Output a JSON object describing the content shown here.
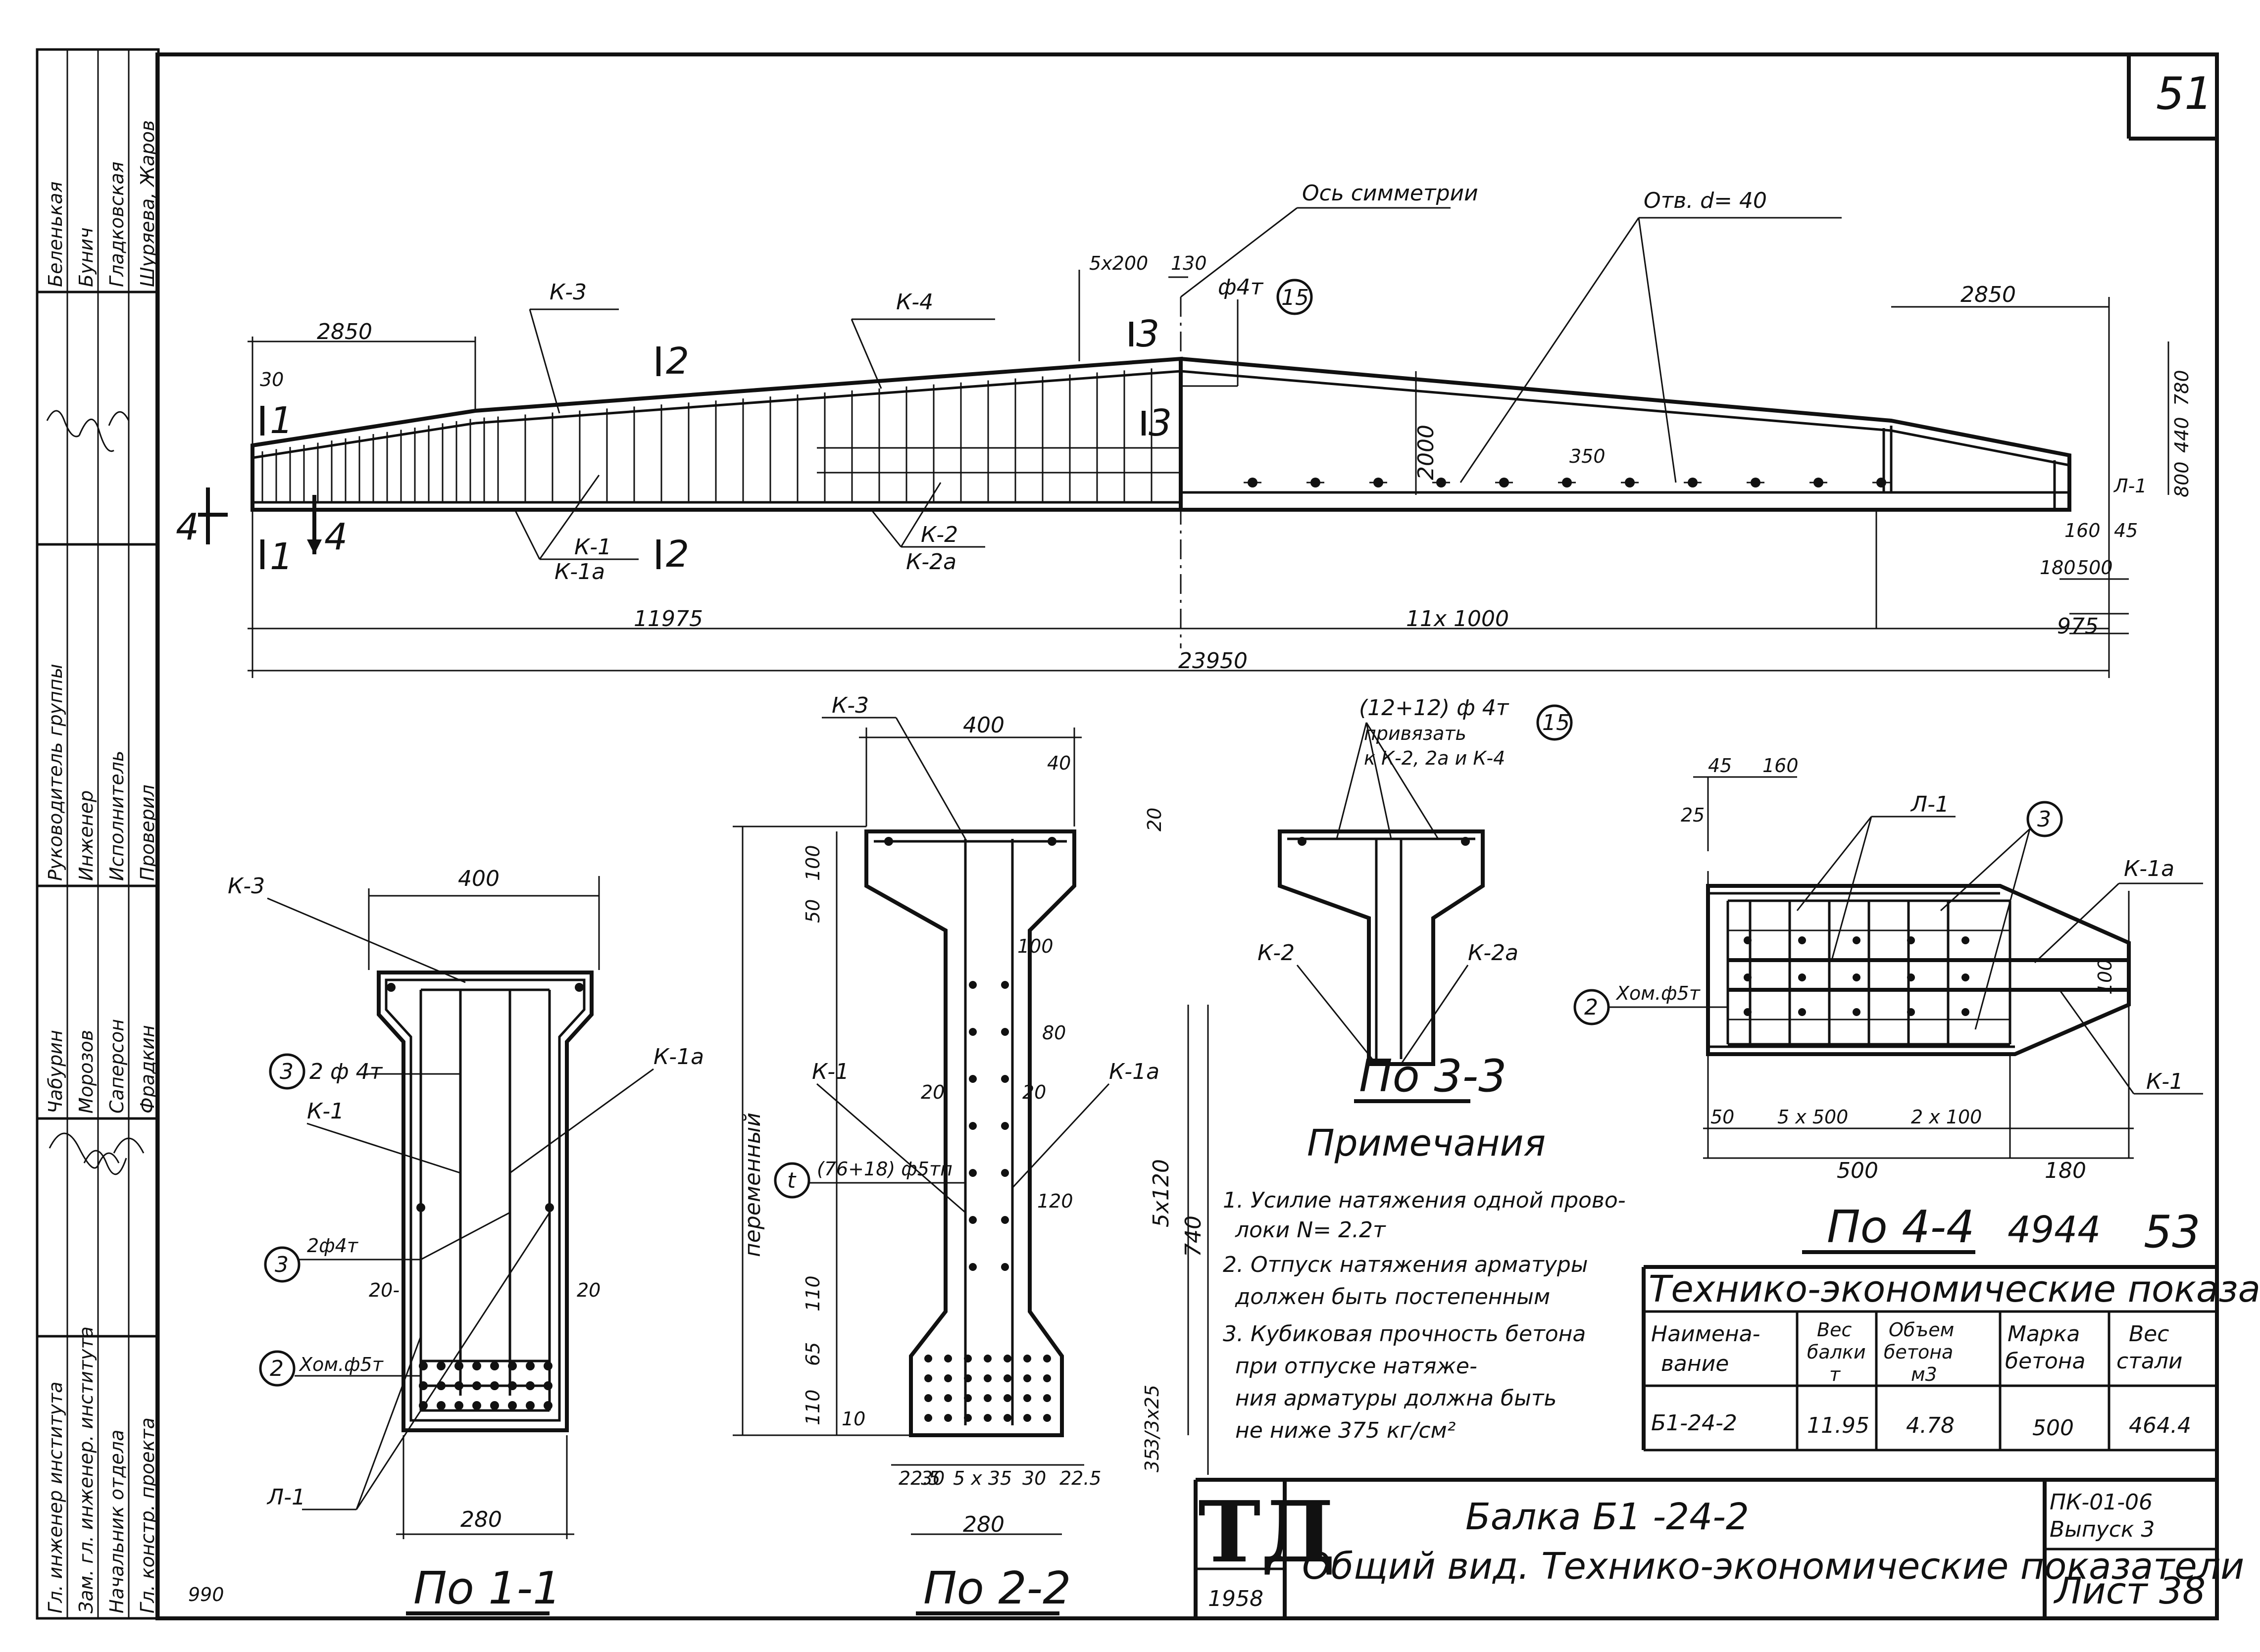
{
  "sheet": {
    "page_number": "51",
    "page_number_small": "53",
    "doc_number": "4944",
    "stray_mark": "990"
  },
  "elevation": {
    "axis_label": "Ось симметрии",
    "holes_label": "Отв. d= 40",
    "frame_labels": [
      "К-3",
      "К-4",
      "К-1",
      "К-1а",
      "К-2",
      "К-2а",
      "Л-1"
    ],
    "rebar_callout": "ф4т",
    "rebar_callout_num": "15",
    "section_marks": [
      "1",
      "1",
      "2",
      "2",
      "3",
      "3",
      "4",
      "4"
    ],
    "dims": {
      "left_2850": "2850",
      "right_2850": "2850",
      "d30": "30",
      "d5x200": "5x200",
      "d130": "130",
      "h2000": "2000",
      "d350": "350",
      "h780": "780",
      "h440": "440",
      "h800": "800",
      "d160": "160",
      "d45": "45",
      "d180": "180",
      "d500": "500",
      "half": "11975",
      "span": "11x 1000",
      "d975": "975",
      "total": "23950"
    }
  },
  "section_11": {
    "caption": "По 1-1",
    "labels": [
      "К-3",
      "К-1а",
      "К-1",
      "Л-1"
    ],
    "callouts": [
      {
        "num": "3",
        "text": "2 ф 4т"
      },
      {
        "num": "3",
        "text": "2ф4т"
      },
      {
        "num": "2",
        "text": "Хом.ф5т"
      }
    ],
    "dims": {
      "top": "400",
      "bottom": "280",
      "left": "20-",
      "right": "20"
    }
  },
  "section_22": {
    "caption": "По 2-2",
    "labels": [
      "К-3",
      "К-1",
      "К-1а"
    ],
    "callout": {
      "num": "t",
      "text": "(76+18) ф5тп"
    },
    "vertical_label": "переменный",
    "dims": {
      "top": "400",
      "d40": "40",
      "d20": "20",
      "d50": "50",
      "d100": "100",
      "d100b": "100",
      "d80": "80",
      "d20a": "20",
      "d20b": "20",
      "d120": "120",
      "d5x120": "5x120",
      "d740": "740",
      "d110": "110",
      "d65": "65",
      "d110b": "110",
      "d10": "10",
      "d3x25": "3/3x25",
      "d35": "35",
      "bottom_chain": [
        "22.5",
        "30",
        "5 x 35",
        "30",
        "22.5"
      ],
      "bottom": "280"
    }
  },
  "section_33": {
    "caption": "По 3-3",
    "callout_text": "(12+12) ф 4т",
    "callout_num": "15",
    "note_line1": "привязать",
    "note_line2": "к К-2, 2а и К-4",
    "labels": [
      "К-2",
      "К-2а"
    ]
  },
  "section_44": {
    "caption": "По 4-4",
    "labels": [
      "Л-1",
      "К-1а",
      "К-1"
    ],
    "callouts": [
      {
        "num": "3",
        "text": ""
      },
      {
        "num": "2",
        "text": "Хом.ф5т"
      }
    ],
    "dims": {
      "d45": "45",
      "d160": "160",
      "d25": "25",
      "d100": "100",
      "bottom_chain": [
        "50",
        "5 x 500",
        "2 x 100"
      ],
      "d500": "500",
      "d180": "180"
    }
  },
  "notes": {
    "title": "Примечания",
    "lines": [
      "1. Усилие натяжения одной прово-",
      "локи N= 2.2т",
      "2. Отпуск натяжения арматуры",
      "должен быть постепенным",
      "3. Кубиковая прочность бетона",
      "при отпуске      натяже-",
      "ния арматуры должна быть",
      "не ниже   375 кг/см²"
    ]
  },
  "tech_table": {
    "title": "Технико-экономические показатели",
    "headers": [
      [
        "Наимена-",
        "вание"
      ],
      [
        "Вес",
        "балки",
        "т"
      ],
      [
        "Объем",
        "бетона",
        "м3"
      ],
      [
        "Марка",
        "бетона"
      ],
      [
        "Вес",
        "стали"
      ]
    ],
    "row": [
      "Б1-24-2",
      "11.95",
      "4.78",
      "500",
      "464.4"
    ]
  },
  "title_block": {
    "logo": "ТД",
    "year": "1958",
    "title_line1": "Балка  Б1 -24-2",
    "title_line2": "Общий вид. Технико-экономические показатели",
    "series_line1": "ПК-01-06",
    "series_line2": "Выпуск 3",
    "sheet_label": "Лист  38"
  },
  "stamp": {
    "col_a": [
      "Беленькая",
      "Бунич",
      "Гладковская",
      "Шуряева, Жаров"
    ],
    "col_b": [
      "Руководитель группы",
      "Инженер",
      "Исполнитель",
      "Проверил"
    ],
    "col_c": [
      "Чабурин",
      "Морозов",
      "Саперсон",
      "Фрадкин"
    ],
    "col_d": [
      "Гл. инженер института",
      "Зам. гл. инженер. института",
      "Начальник отдела",
      "Гл. констр. проекта"
    ]
  }
}
